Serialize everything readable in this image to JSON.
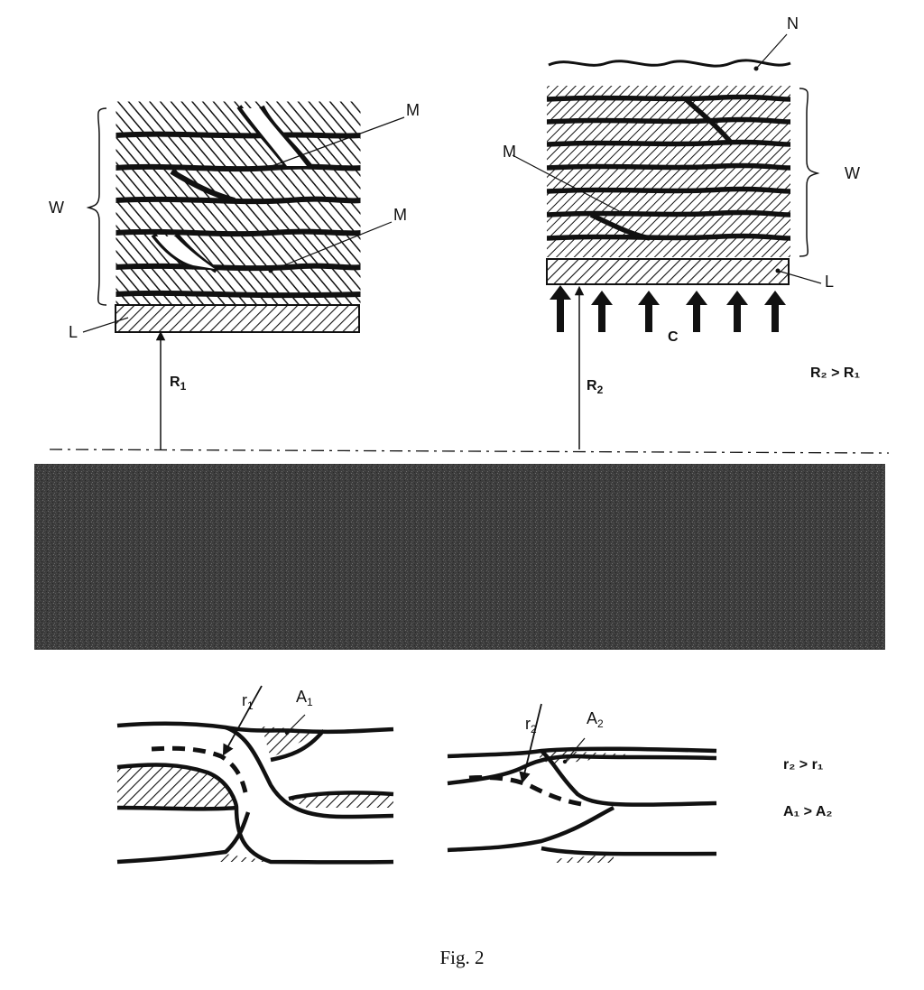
{
  "labels": {
    "W_left": "W",
    "M_top": "M",
    "M_mid": "M",
    "L_left": "L",
    "R1": "R",
    "R1_sub": "1",
    "N": "N",
    "W_right": "W",
    "M_right": "M",
    "L_right": "L",
    "C": "C",
    "R2": "R",
    "R2_sub": "2",
    "R_compare": "R₂ > R₁",
    "r1": "r",
    "r1_sub": "1",
    "A1": "A",
    "A1_sub": "1",
    "r2": "r",
    "r2_sub": "2",
    "A2": "A",
    "A2_sub": "2",
    "r_compare": "r₂ > r₁",
    "A_compare": "A₁ > A₂"
  },
  "caption": "Fig. 2",
  "colors": {
    "ink": "#111111",
    "drum": "#3a3a3a",
    "paper": "#ffffff"
  }
}
